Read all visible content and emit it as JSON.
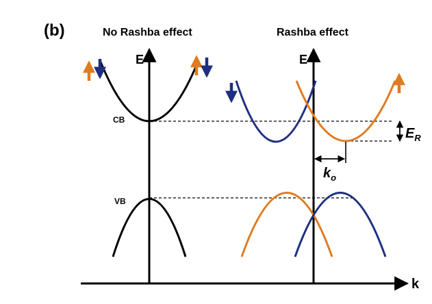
{
  "panel_label": "(b)",
  "left_title": "No Rashba effect",
  "right_title": "Rashba effect",
  "left_axis_label": "E",
  "right_axis_label": "E",
  "k_axis_label": "k",
  "cb_label": "CB",
  "vb_label": "VB",
  "er_label": {
    "main": "E",
    "sub": "R"
  },
  "ko_label": {
    "main": "k",
    "sub": "o"
  },
  "colors": {
    "axis": "#000000",
    "no_rashba_band": "#000000",
    "spin_up_band": "#e07b1f",
    "spin_down_band": "#1f2f7f",
    "spin_up_arrow": "#e07b1f",
    "spin_down_arrow": "#1f2f7f",
    "guide_line": "#000000"
  },
  "icons": {
    "spin_up": "up-arrow-icon",
    "spin_down": "down-arrow-icon"
  }
}
